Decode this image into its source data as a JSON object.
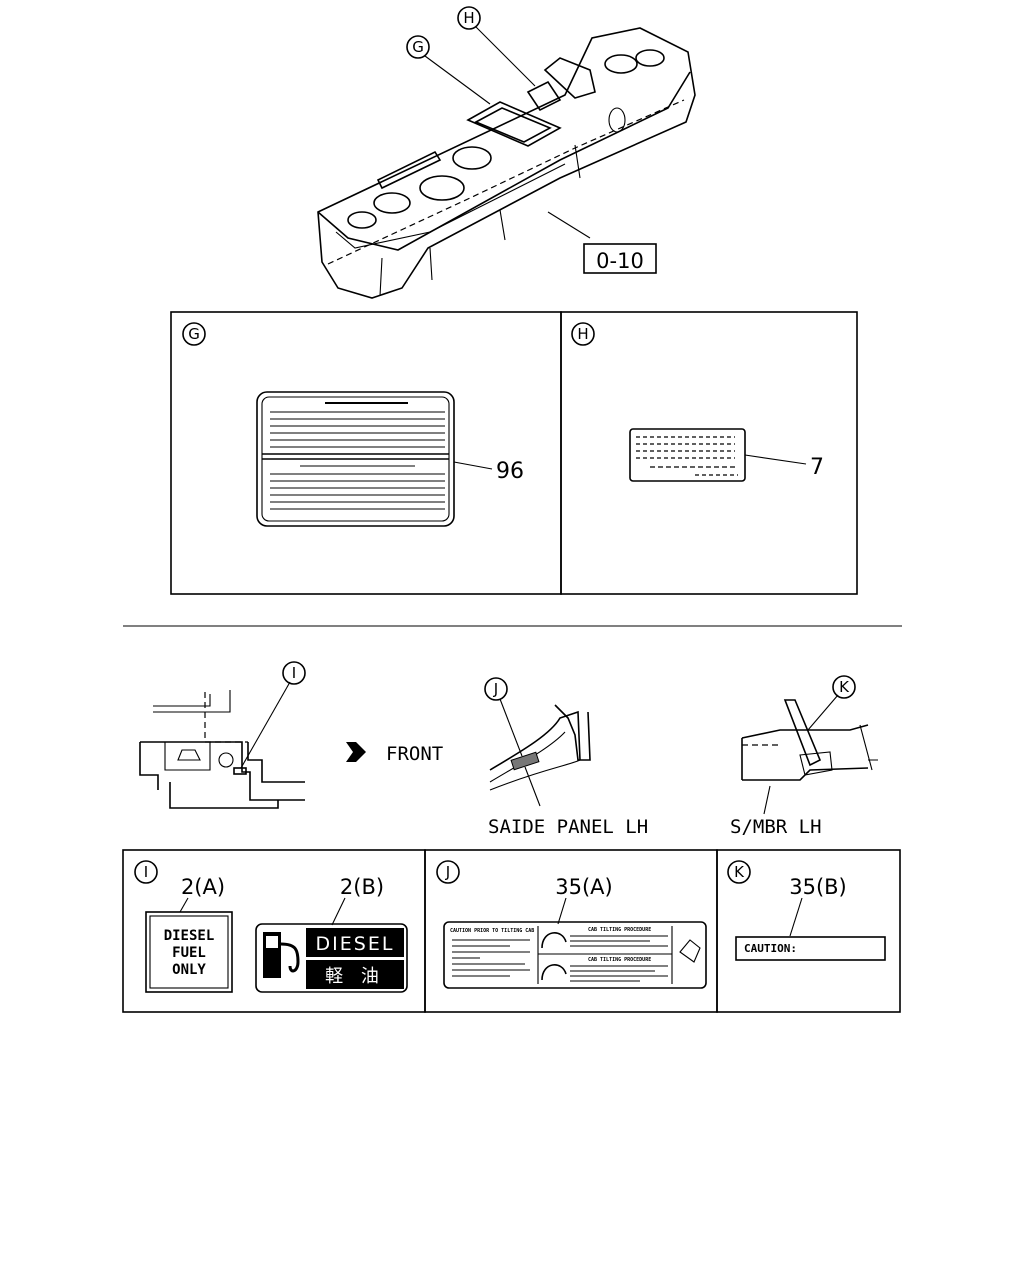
{
  "callouts": {
    "g": "G",
    "h": "H",
    "i": "I",
    "j": "J",
    "k": "K"
  },
  "tank": {
    "ref_label": "0-10"
  },
  "panel_g": {
    "part_number": "96"
  },
  "panel_h": {
    "part_number": "7"
  },
  "locations": {
    "front_label": "FRONT",
    "j_location": "SAIDE PANEL LH",
    "k_location": "S/MBR LH"
  },
  "panel_i": {
    "part_a": "2(A)",
    "part_b": "2(B)",
    "label_a_lines": [
      "DIESEL",
      "FUEL",
      "ONLY"
    ],
    "label_b_top": "DIESEL",
    "label_b_bottom": "軽 油"
  },
  "panel_j": {
    "part": "35(A)",
    "header_left": "CAUTION PRIOR TO TILTING CAB",
    "header_right_1": "CAB TILTING PROCEDURE",
    "header_right_2": "CAB TILTING PROCEDURE"
  },
  "panel_k": {
    "part": "35(B)",
    "caution_text": "CAUTION:"
  }
}
